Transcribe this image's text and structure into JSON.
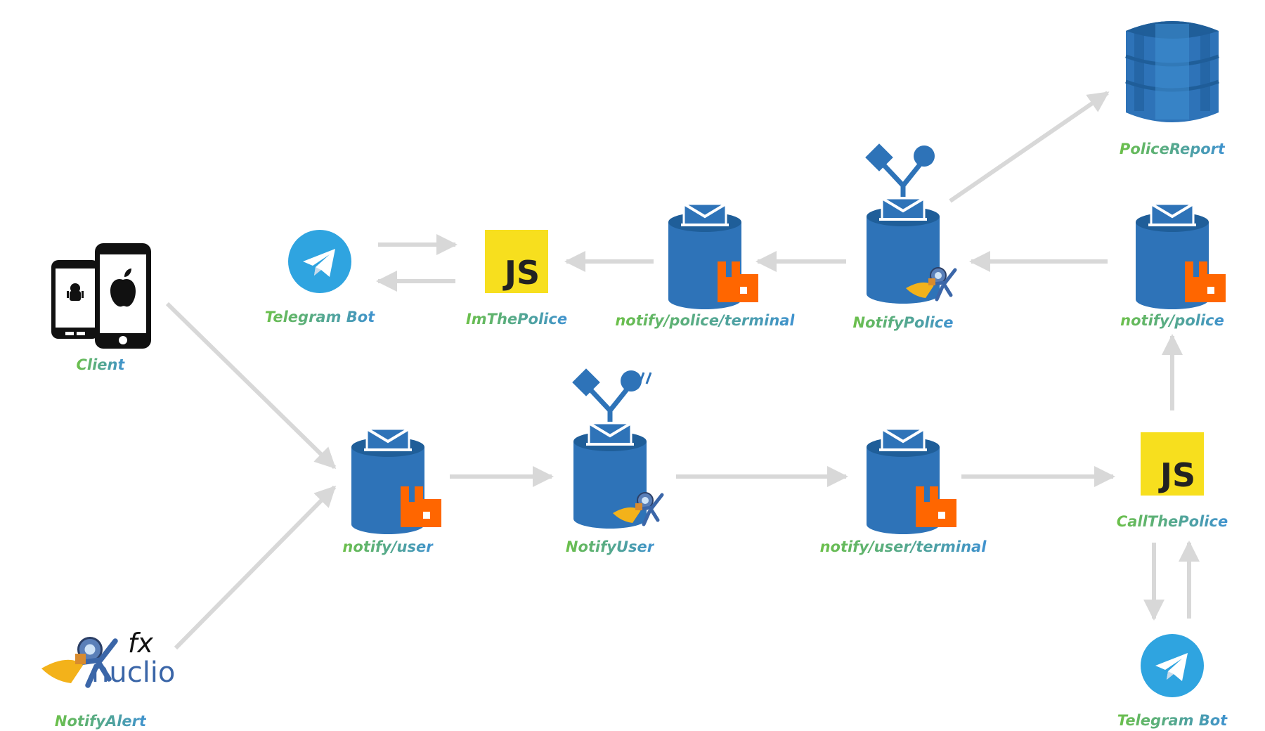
{
  "labels": {
    "client": "Client",
    "notify_alert": "NotifyAlert",
    "telegram_bot_top": "Telegram Bot",
    "im_the_police": "ImThePolice",
    "notify_police_terminal": "notify/police/terminal",
    "notify_police_fn": "NotifyPolice",
    "police_report": "PoliceReport",
    "notify_police_queue": "notify/police",
    "notify_user_queue": "notify/user",
    "notify_user_fn": "NotifyUser",
    "notify_user_terminal": "notify/user/terminal",
    "call_the_police": "CallThePolice",
    "telegram_bot_bottom": "Telegram Bot"
  },
  "icon_text": {
    "js": "JS",
    "nuclio": "nuclio",
    "fx": "fx"
  },
  "colors": {
    "label_start": "#6cc04a",
    "label_end": "#3f92cf",
    "arrow": "#d8d8d8",
    "aws_blue": "#2e73b8",
    "aws_light": "#3f8fd2",
    "rabbitmq": "#ff6600",
    "js_yellow": "#f7df1e",
    "telegram": "#2fa4e0"
  }
}
